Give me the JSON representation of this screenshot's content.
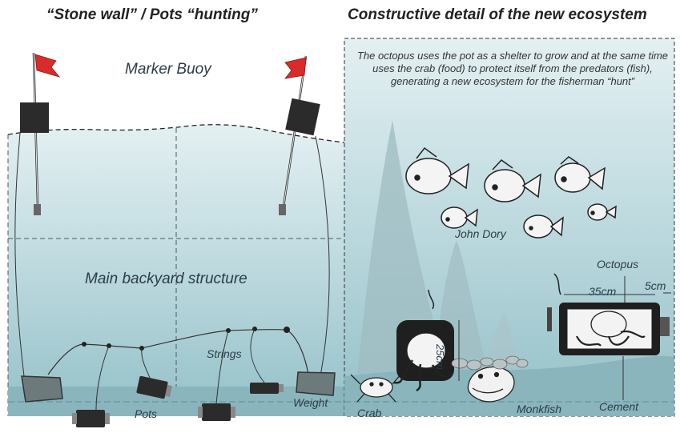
{
  "titles": {
    "left": "“Stone wall” / Pots “hunting”",
    "right": "Constructive detail of the new ecosystem"
  },
  "description": "The octopus uses the pot as a shelter to grow and at the same time uses the crab (food) to protect itself from the predators (fish), generating a new ecosystem for the fisherman “hunt”",
  "labels": {
    "marker_buoy": "Marker Buoy",
    "main_structure": "Main backyard structure",
    "strings": "Strings",
    "pots": "Pots",
    "weight": "Weight",
    "crab": "Crab",
    "john_dory": "John Dory",
    "monkfish": "Monkfish",
    "cement": "Cement",
    "octopus": "Octopus",
    "len_35": "35cm",
    "len_5": "5cm",
    "len_25": "25cm"
  },
  "colors": {
    "water_top": "#d6e8ec",
    "water_bottom": "#9cc4cc",
    "seabed": "#8fb9c1",
    "flag": "#d92b2b",
    "rock": "#b8c6c9",
    "pot": "#2a2a2a"
  }
}
